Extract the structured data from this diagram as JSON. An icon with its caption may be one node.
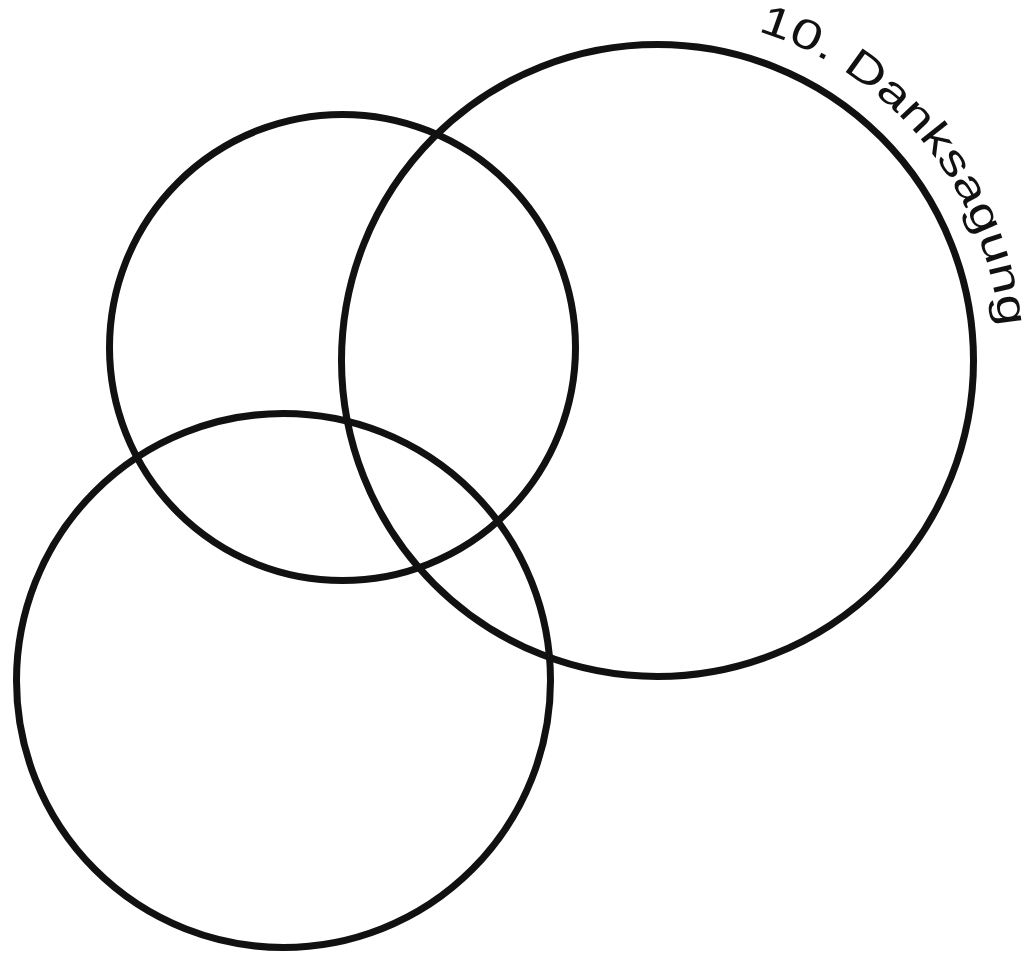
{
  "diagram": {
    "nodes": [
      {
        "text": [],
        "shape": "circle"
      },
      {
        "text": [],
        "shape": "circle"
      },
      {
        "text": [],
        "shape": "circle"
      }
    ],
    "labels": [
      "10. Danksagung"
    ]
  }
}
